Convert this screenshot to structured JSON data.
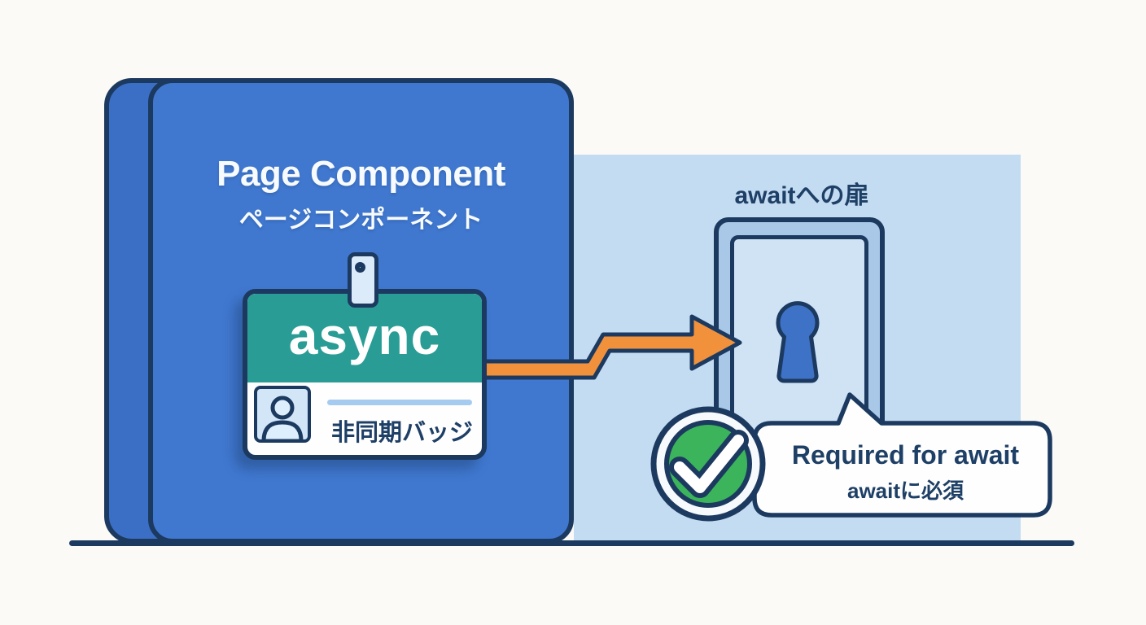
{
  "illustration": {
    "card": {
      "title": "Page Component",
      "subtitle": "ページコンポーネント"
    },
    "badge": {
      "label": "async",
      "sublabel": "非同期バッジ"
    },
    "door": {
      "label": "awaitへの扉"
    },
    "callout": {
      "title": "Required for await",
      "subtitle": "awaitに必須"
    }
  },
  "icons": {
    "badge_clip": "badge-clip-icon",
    "person": "person-icon",
    "arrow": "arrow-right-icon",
    "keyhole": "keyhole-icon",
    "checkmark": "checkmark-icon"
  },
  "colors": {
    "background": "#fbfaf7",
    "outline_navy": "#1c3a60",
    "card_front_blue": "#4078d0",
    "card_back_blue": "#3b6fc6",
    "panel_light_blue": "#c4dcf1",
    "teal": "#299d95",
    "badge_white": "#fefefe",
    "photo_light_blue": "#d2e6f8",
    "divider_blue": "#a6cbf0",
    "clip_light_blue": "#dcebfa",
    "clip_slot_blue": "#4d82d8",
    "door_frame_blue": "#a9c7e6",
    "door_panel_blue": "#cfe3f5",
    "keyhole_blue": "#3e72c6",
    "arrow_orange": "#f1913c",
    "check_green": "#3bb45b",
    "text_navy": "#1e3f66",
    "title_white": "#f8fbfe"
  }
}
